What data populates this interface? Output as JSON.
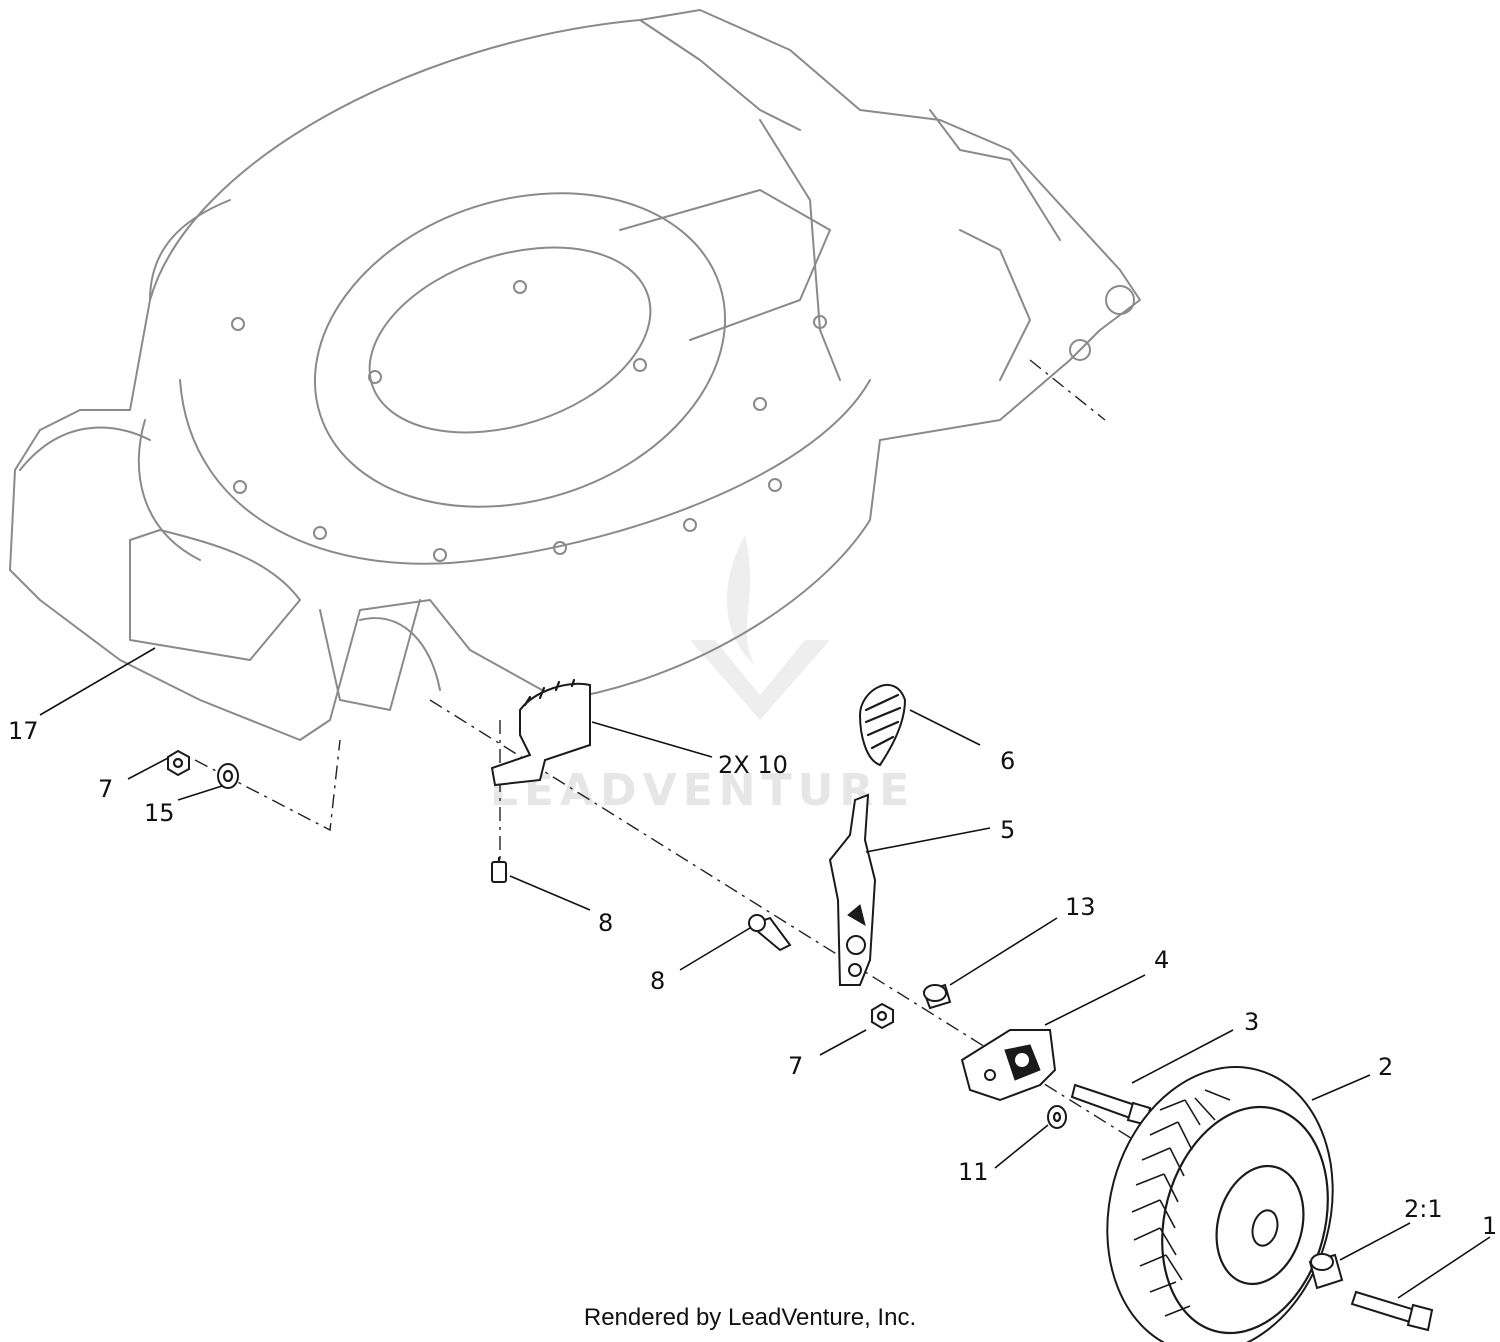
{
  "watermark": {
    "text": "LEADVENTURE"
  },
  "footer": {
    "text": "Rendered by LeadVenture, Inc."
  },
  "callouts": {
    "c17": "17",
    "c7a": "7",
    "c15": "15",
    "c10": "2X 10",
    "c6": "6",
    "c5": "5",
    "c8a": "8",
    "c13": "13",
    "c8b": "8",
    "c4": "4",
    "c3": "3",
    "c7b": "7",
    "c2": "2",
    "c11": "11",
    "c2_1": "2:1",
    "c1": "1"
  }
}
